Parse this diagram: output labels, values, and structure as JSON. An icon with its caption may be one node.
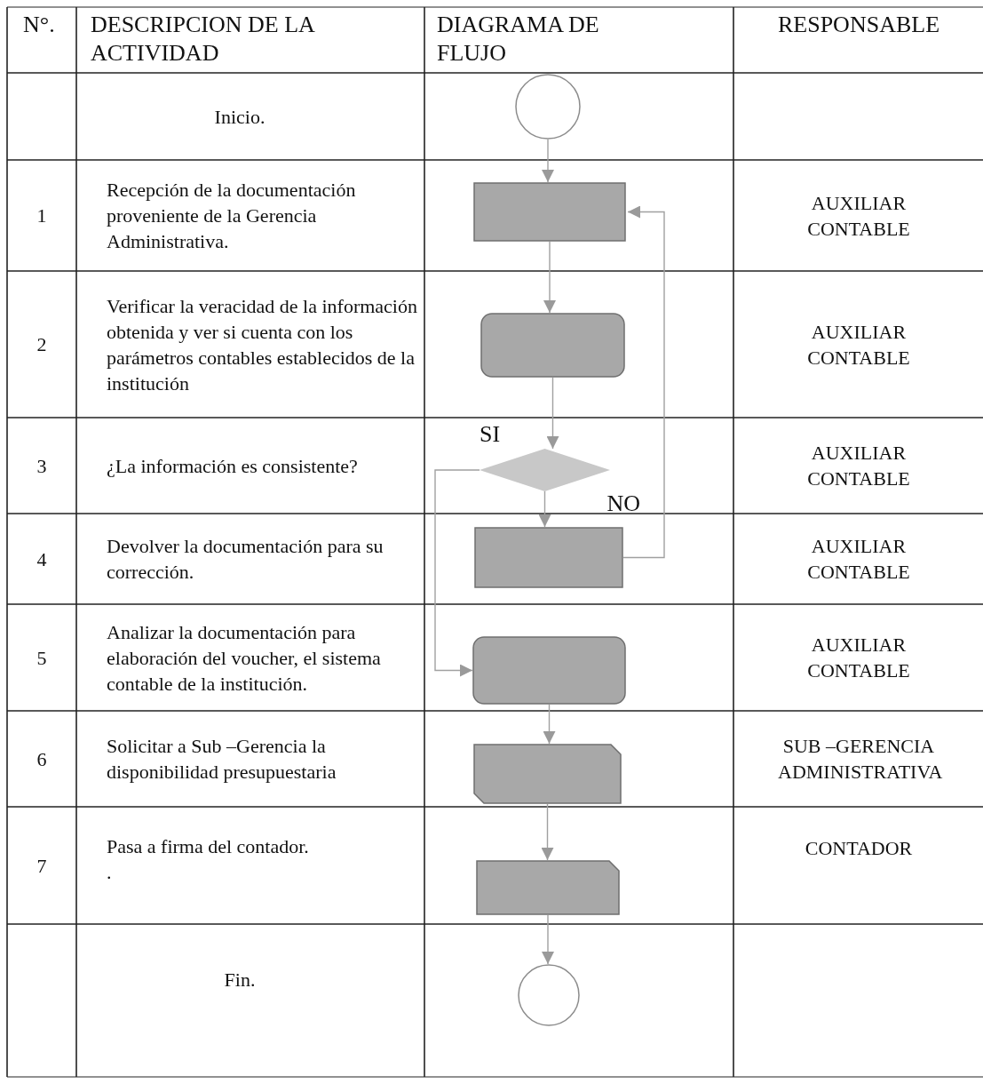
{
  "diagram": {
    "nodes": [
      {
        "text": [],
        "shape": "circle"
      },
      {
        "text": [],
        "shape": "box"
      },
      {
        "text": [],
        "shape": "box"
      },
      {
        "text": [],
        "shape": "diamond"
      },
      {
        "text": [],
        "shape": "box"
      },
      {
        "text": [],
        "shape": "box"
      },
      {
        "text": [],
        "shape": "box"
      },
      {
        "text": [],
        "shape": "box"
      },
      {
        "text": [],
        "shape": "circle"
      }
    ],
    "edges": [
      {
        "from": 0,
        "to": 1,
        "arrow": "to"
      },
      {
        "from": 1,
        "to": 2,
        "arrow": "to"
      },
      {
        "from": 2,
        "to": 3,
        "arrow": "to"
      },
      {
        "from": 3,
        "to": 4,
        "arrow": "to",
        "label": "NO"
      },
      {
        "from": 3,
        "to": 5,
        "arrow": "to",
        "label": "SI"
      },
      {
        "from": 4,
        "to": 1,
        "arrow": "to"
      },
      {
        "from": 5,
        "to": 6,
        "arrow": "to"
      },
      {
        "from": 6,
        "to": 7,
        "arrow": "to"
      },
      {
        "from": 7,
        "to": 8,
        "arrow": "to"
      }
    ],
    "labels": [
      "N°.",
      "DESCRIPCION DE LA ACTIVIDAD",
      "DIAGRAMA DE FLUJO",
      "RESPONSABLE",
      "Inicio.",
      "1",
      "Recepción de la documentación proveniente de la Gerencia Administrativa.",
      "AUXILIAR CONTABLE",
      "2",
      "Verificar la veracidad de la información obtenida y ver si cuenta con los parámetros contables establecidos de la institución",
      "AUXILIAR CONTABLE",
      "3",
      "¿La información es consistente?",
      "AUXILIAR CONTABLE",
      "4",
      "Devolver la documentación para su corrección.",
      "AUXILIAR CONTABLE",
      "5",
      "Analizar la documentación para elaboración del voucher, el sistema contable de la institución.",
      "AUXILIAR CONTABLE",
      "6",
      "Solicitar a Sub –Gerencia la disponibilidad presupuestaria",
      "SUB –GERENCIA ADMINISTRATIVA",
      "7",
      "Pasa a firma del contador.",
      ".",
      "CONTADOR",
      "Fin."
    ]
  }
}
